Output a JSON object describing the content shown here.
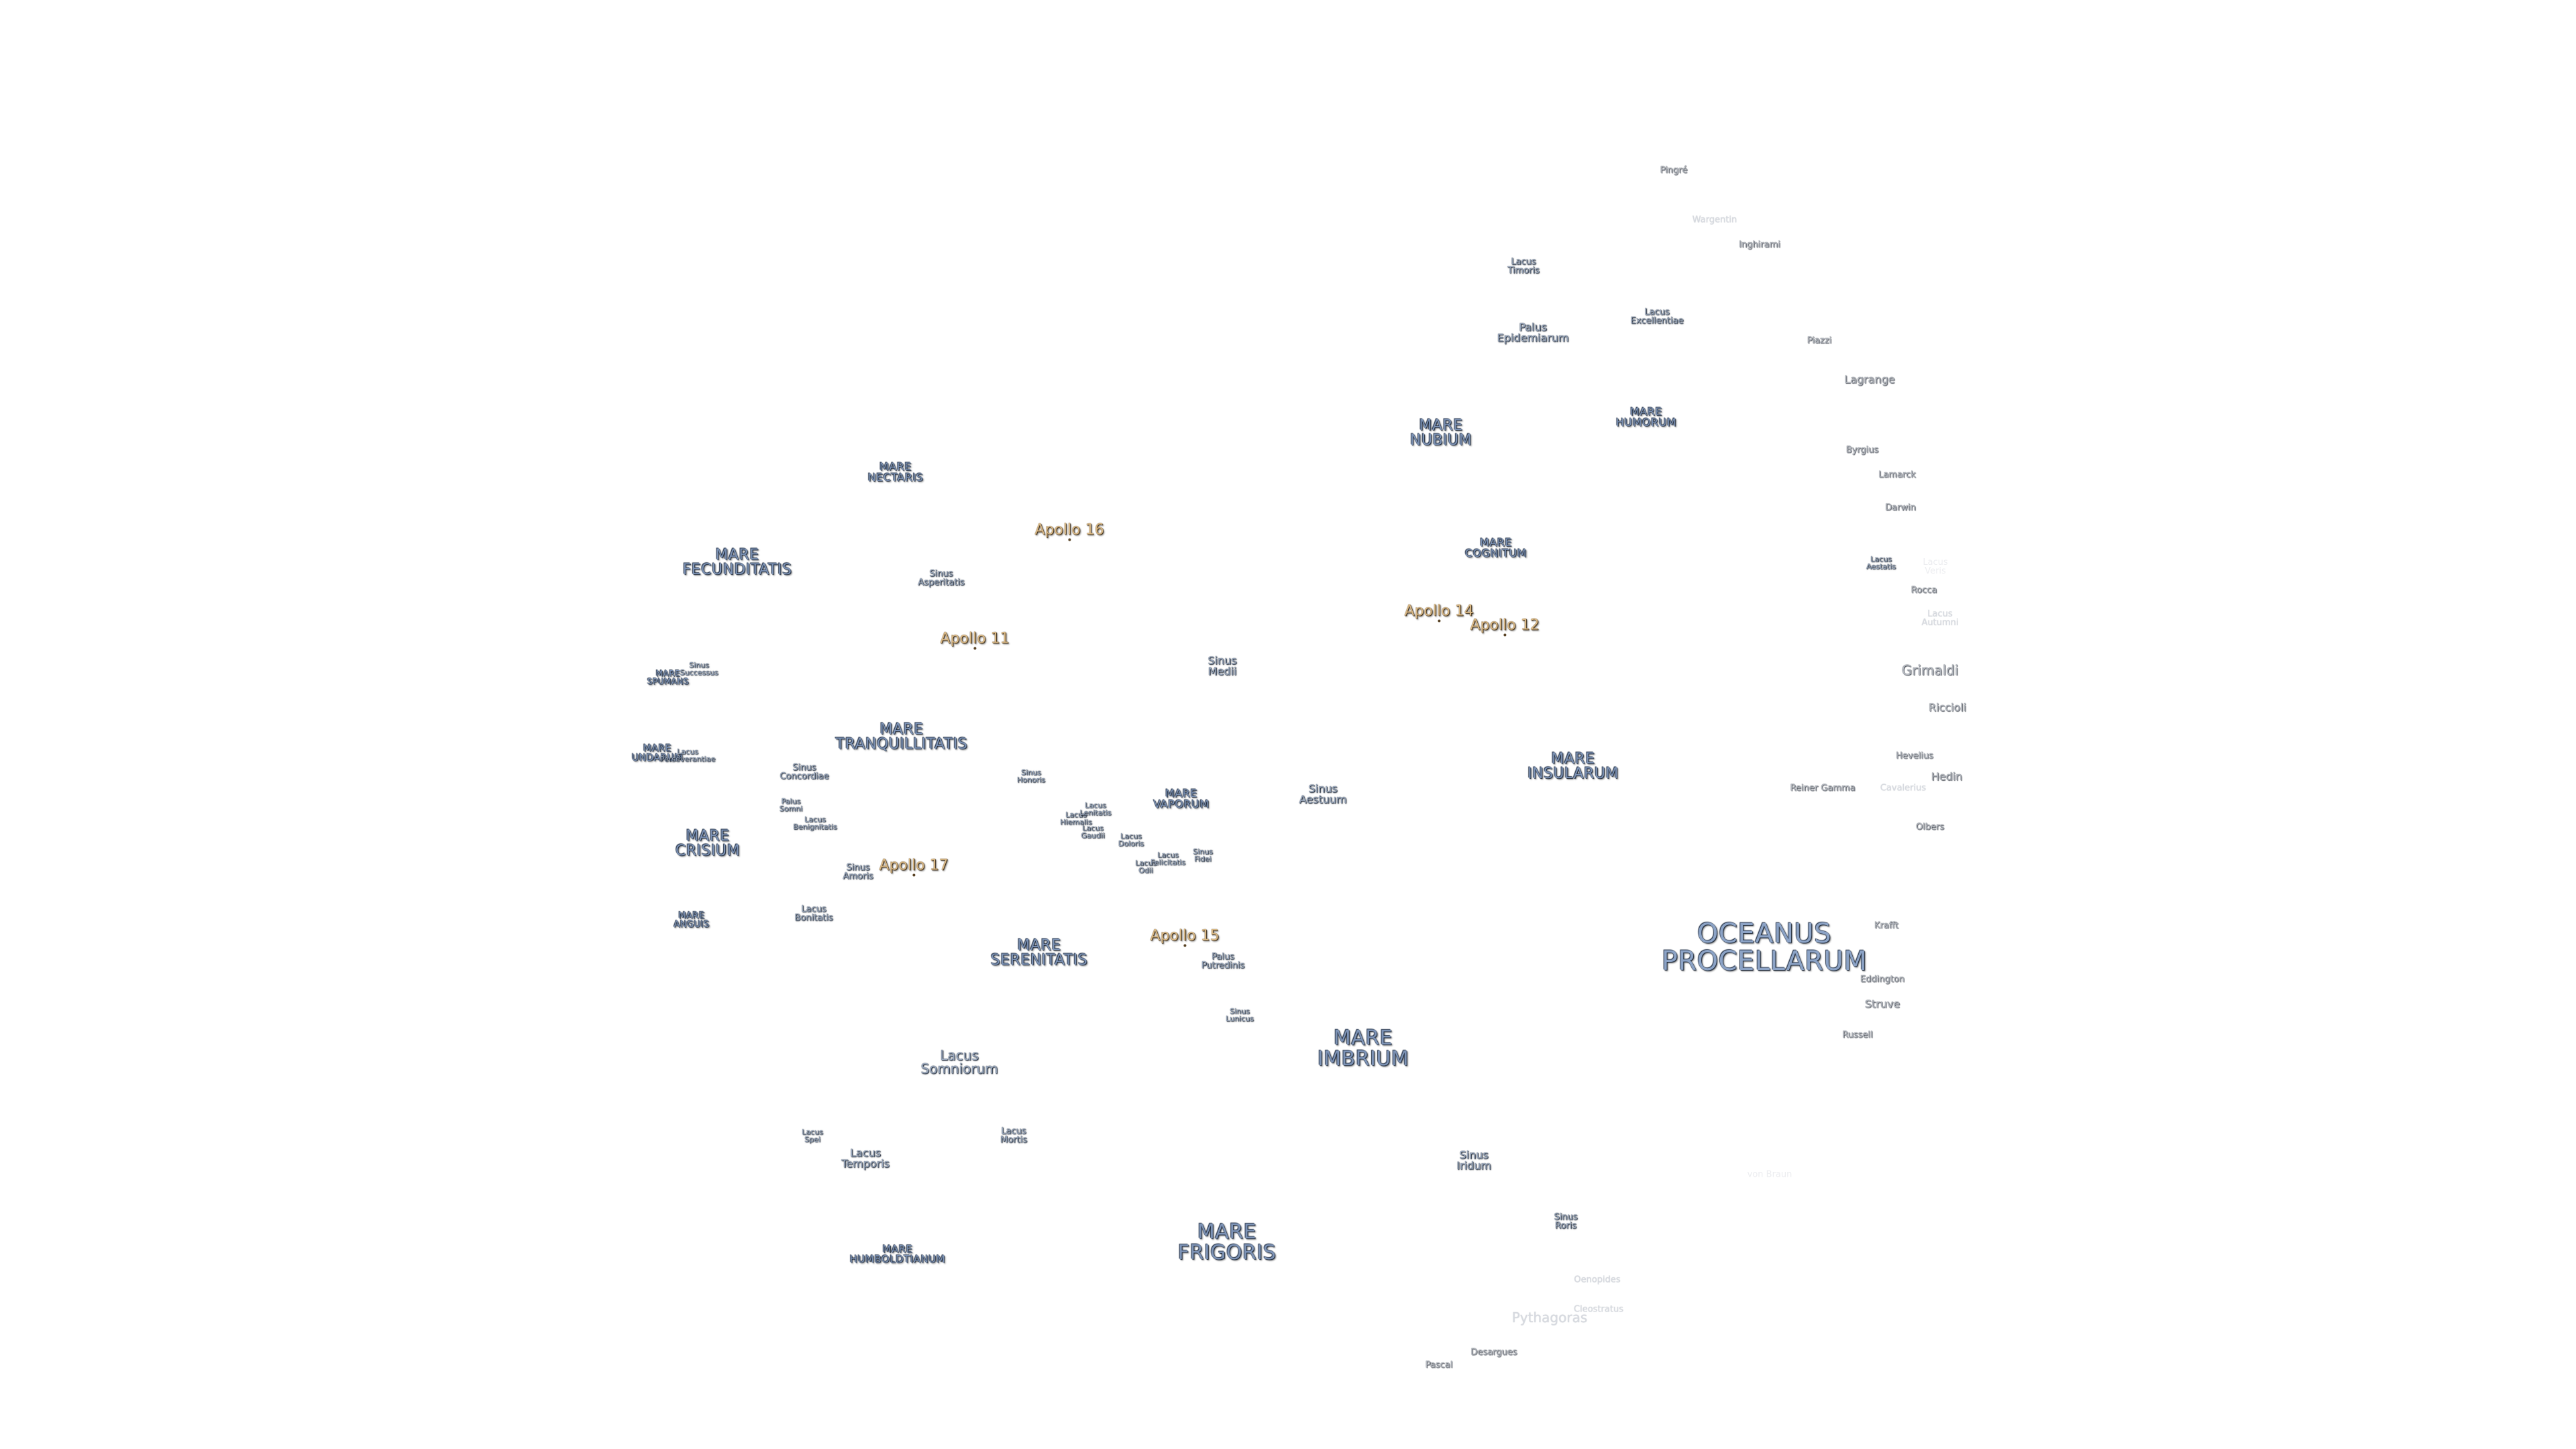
{
  "map": {
    "features": {
      "oceanus_procellarum": [
        "OCEANUS",
        "PROCELLARUM"
      ],
      "mare_frigoris": [
        "MARE",
        "FRIGORIS"
      ],
      "mare_imbrium": [
        "MARE",
        "IMBRIUM"
      ],
      "mare_serenitatis": [
        "MARE",
        "SERENITATIS"
      ],
      "mare_tranquillitatis": [
        "MARE",
        "TRANQUILLITATIS"
      ],
      "mare_fecunditatis": [
        "MARE",
        "FECUNDITATIS"
      ],
      "mare_nectaris": [
        "MARE",
        "NECTARIS"
      ],
      "mare_nubium": [
        "MARE",
        "NUBIUM"
      ],
      "mare_humorum": [
        "MARE",
        "HUMORUM"
      ],
      "mare_cognitum": [
        "MARE",
        "COGNITUM"
      ],
      "mare_insularum": [
        "MARE",
        "INSULARUM"
      ],
      "mare_vaporum": [
        "MARE",
        "VAPORUM"
      ],
      "mare_crisium": [
        "MARE",
        "CRISIUM"
      ],
      "mare_anguis": [
        "MARE",
        "ANGUIS"
      ],
      "mare_humboldtianum": [
        "MARE",
        "HUMBOLDTIANUM"
      ],
      "mare_spumans": [
        "MARE",
        "SPUMANS"
      ],
      "mare_undarum": [
        "MARE",
        "UNDARUM"
      ],
      "lacus_somniorum": [
        "Lacus",
        "Somniorum"
      ],
      "lacus_temporis": [
        "Lacus",
        "Temporis"
      ],
      "lacus_spei": [
        "Lacus",
        "Spei"
      ],
      "lacus_mortis": [
        "Lacus",
        "Mortis"
      ],
      "lacus_bonitatis": [
        "Lacus",
        "Bonitatis"
      ],
      "lacus_timoris": [
        "Lacus",
        "Timoris"
      ],
      "lacus_excellentiae": [
        "Lacus",
        "Excellentiae"
      ],
      "lacus_aestatis": [
        "Lacus",
        "Aestatis"
      ],
      "lacus_autumni": [
        "Lacus",
        "Autumni"
      ],
      "lacus_veris": [
        "Lacus",
        "Veris"
      ],
      "lacus_doloris": [
        "Lacus",
        "Doloris"
      ],
      "lacus_gaudii": [
        "Lacus",
        "Gaudii"
      ],
      "lacus_hiemalis": [
        "Lacus",
        "Hiemalis"
      ],
      "lacus_lenitatis": [
        "Lacus",
        "Lenitatis"
      ],
      "lacus_odii": [
        "Lacus",
        "Odii"
      ],
      "lacus_felicitatis": [
        "Lacus",
        "Felicitatis"
      ],
      "lacus_perseverantiae": [
        "Lacus",
        "Perseverantiae"
      ],
      "lacus_benignitatis": [
        "Lacus",
        "Benignitatis"
      ],
      "sinus_iridum": [
        "Sinus",
        "Iridum"
      ],
      "sinus_roris": [
        "Sinus",
        "Roris"
      ],
      "sinus_lunicus": [
        "Sinus",
        "Lunicus"
      ],
      "sinus_aestuum": [
        "Sinus",
        "Aestuum"
      ],
      "sinus_medii": [
        "Sinus",
        "Medii"
      ],
      "sinus_asperitatis": [
        "Sinus",
        "Asperitatis"
      ],
      "sinus_concordiae": [
        "Sinus",
        "Concordiae"
      ],
      "sinus_amoris": [
        "Sinus",
        "Amoris"
      ],
      "sinus_honoris": [
        "Sinus",
        "Honoris"
      ],
      "sinus_successus": [
        "Sinus",
        "Successus"
      ],
      "sinus_fidei": [
        "Sinus",
        "Fidei"
      ],
      "palus_epidemiarum": [
        "Palus",
        "Epidemiarum"
      ],
      "palus_putredinis": [
        "Palus",
        "Putredinis"
      ],
      "palus_somni": [
        "Palus",
        "Somni"
      ]
    },
    "craters": {
      "pingre": "Pingré",
      "wargentin": "Wargentin",
      "inghirami": "Inghirami",
      "piazzi": "Piazzi",
      "lagrange": "Lagrange",
      "byrgius": "Byrgius",
      "lamarck": "Lamarck",
      "darwin": "Darwin",
      "rocca": "Rocca",
      "grimaldi": "Grimaldi",
      "riccioli": "Riccioli",
      "hevelius": "Hevelius",
      "hedin": "Hedin",
      "cavalerius": "Cavalerius",
      "reiner_gamma": "Reiner Gamma",
      "olbers": "Olbers",
      "krafft": "Krafft",
      "eddington": "Eddington",
      "struve": "Struve",
      "russell": "Russell",
      "von_braun": "von Braun",
      "oenopides": "Oenopides",
      "cleostratus": "Cleostratus",
      "pythagoras": "Pythagoras",
      "desargues": "Desargues",
      "pascal": "Pascal"
    },
    "apollo": {
      "a11": "Apollo 11",
      "a12": "Apollo 12",
      "a14": "Apollo 14",
      "a15": "Apollo 15",
      "a16": "Apollo 16",
      "a17": "Apollo 17"
    },
    "colors": {
      "background": "#ffffff",
      "mare_text": "#7d93b6",
      "small_feature_text": "#9aa8bd",
      "crater_text": "#b5b9c0",
      "apollo_text": "#d8b784"
    }
  }
}
